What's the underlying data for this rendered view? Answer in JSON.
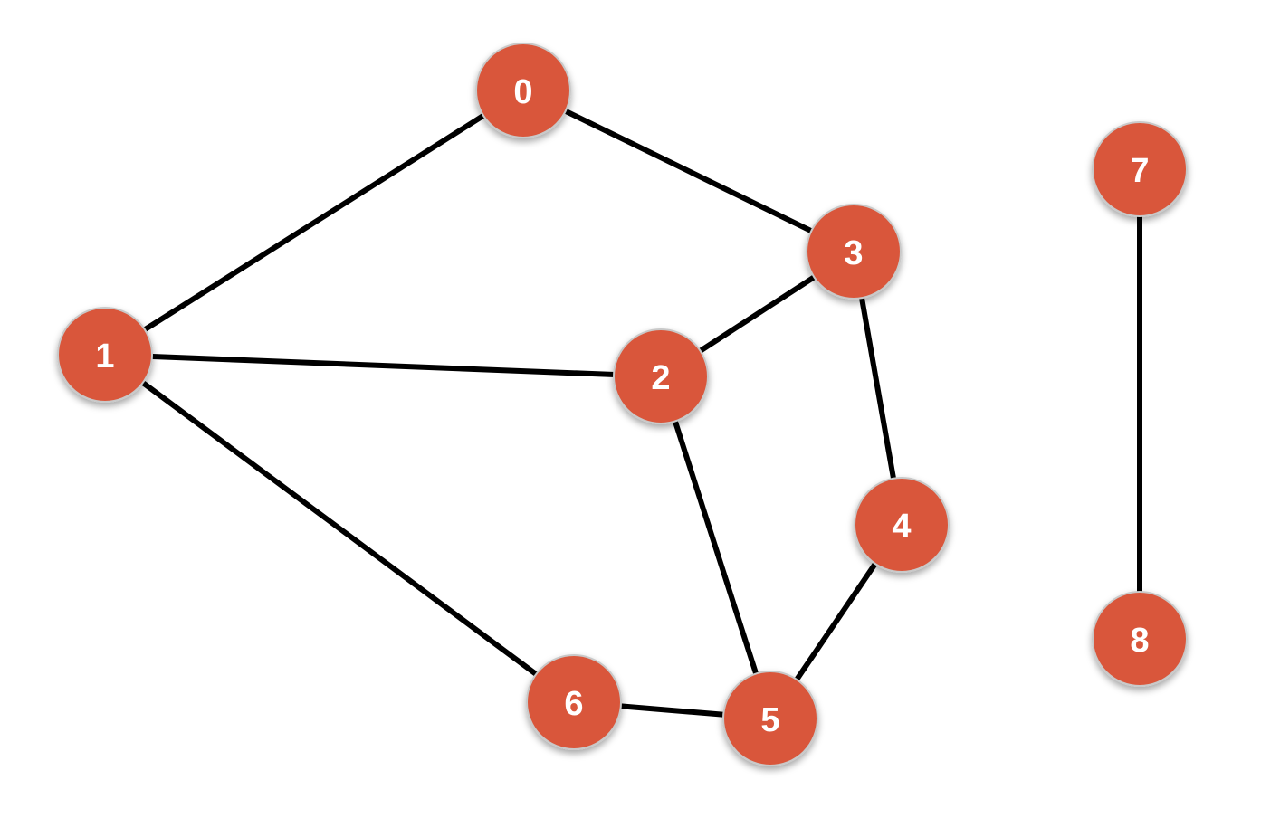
{
  "graph": {
    "node_color": "#d9573a",
    "edge_color": "#000000",
    "label_color": "#ffffff",
    "nodes": [
      {
        "id": "0",
        "label": "0"
      },
      {
        "id": "1",
        "label": "1"
      },
      {
        "id": "2",
        "label": "2"
      },
      {
        "id": "3",
        "label": "3"
      },
      {
        "id": "4",
        "label": "4"
      },
      {
        "id": "5",
        "label": "5"
      },
      {
        "id": "6",
        "label": "6"
      },
      {
        "id": "7",
        "label": "7"
      },
      {
        "id": "8",
        "label": "8"
      }
    ],
    "edges": [
      {
        "from": "0",
        "to": "1"
      },
      {
        "from": "0",
        "to": "3"
      },
      {
        "from": "1",
        "to": "2"
      },
      {
        "from": "1",
        "to": "6"
      },
      {
        "from": "2",
        "to": "3"
      },
      {
        "from": "2",
        "to": "5"
      },
      {
        "from": "3",
        "to": "4"
      },
      {
        "from": "4",
        "to": "5"
      },
      {
        "from": "5",
        "to": "6"
      },
      {
        "from": "7",
        "to": "8"
      }
    ]
  }
}
